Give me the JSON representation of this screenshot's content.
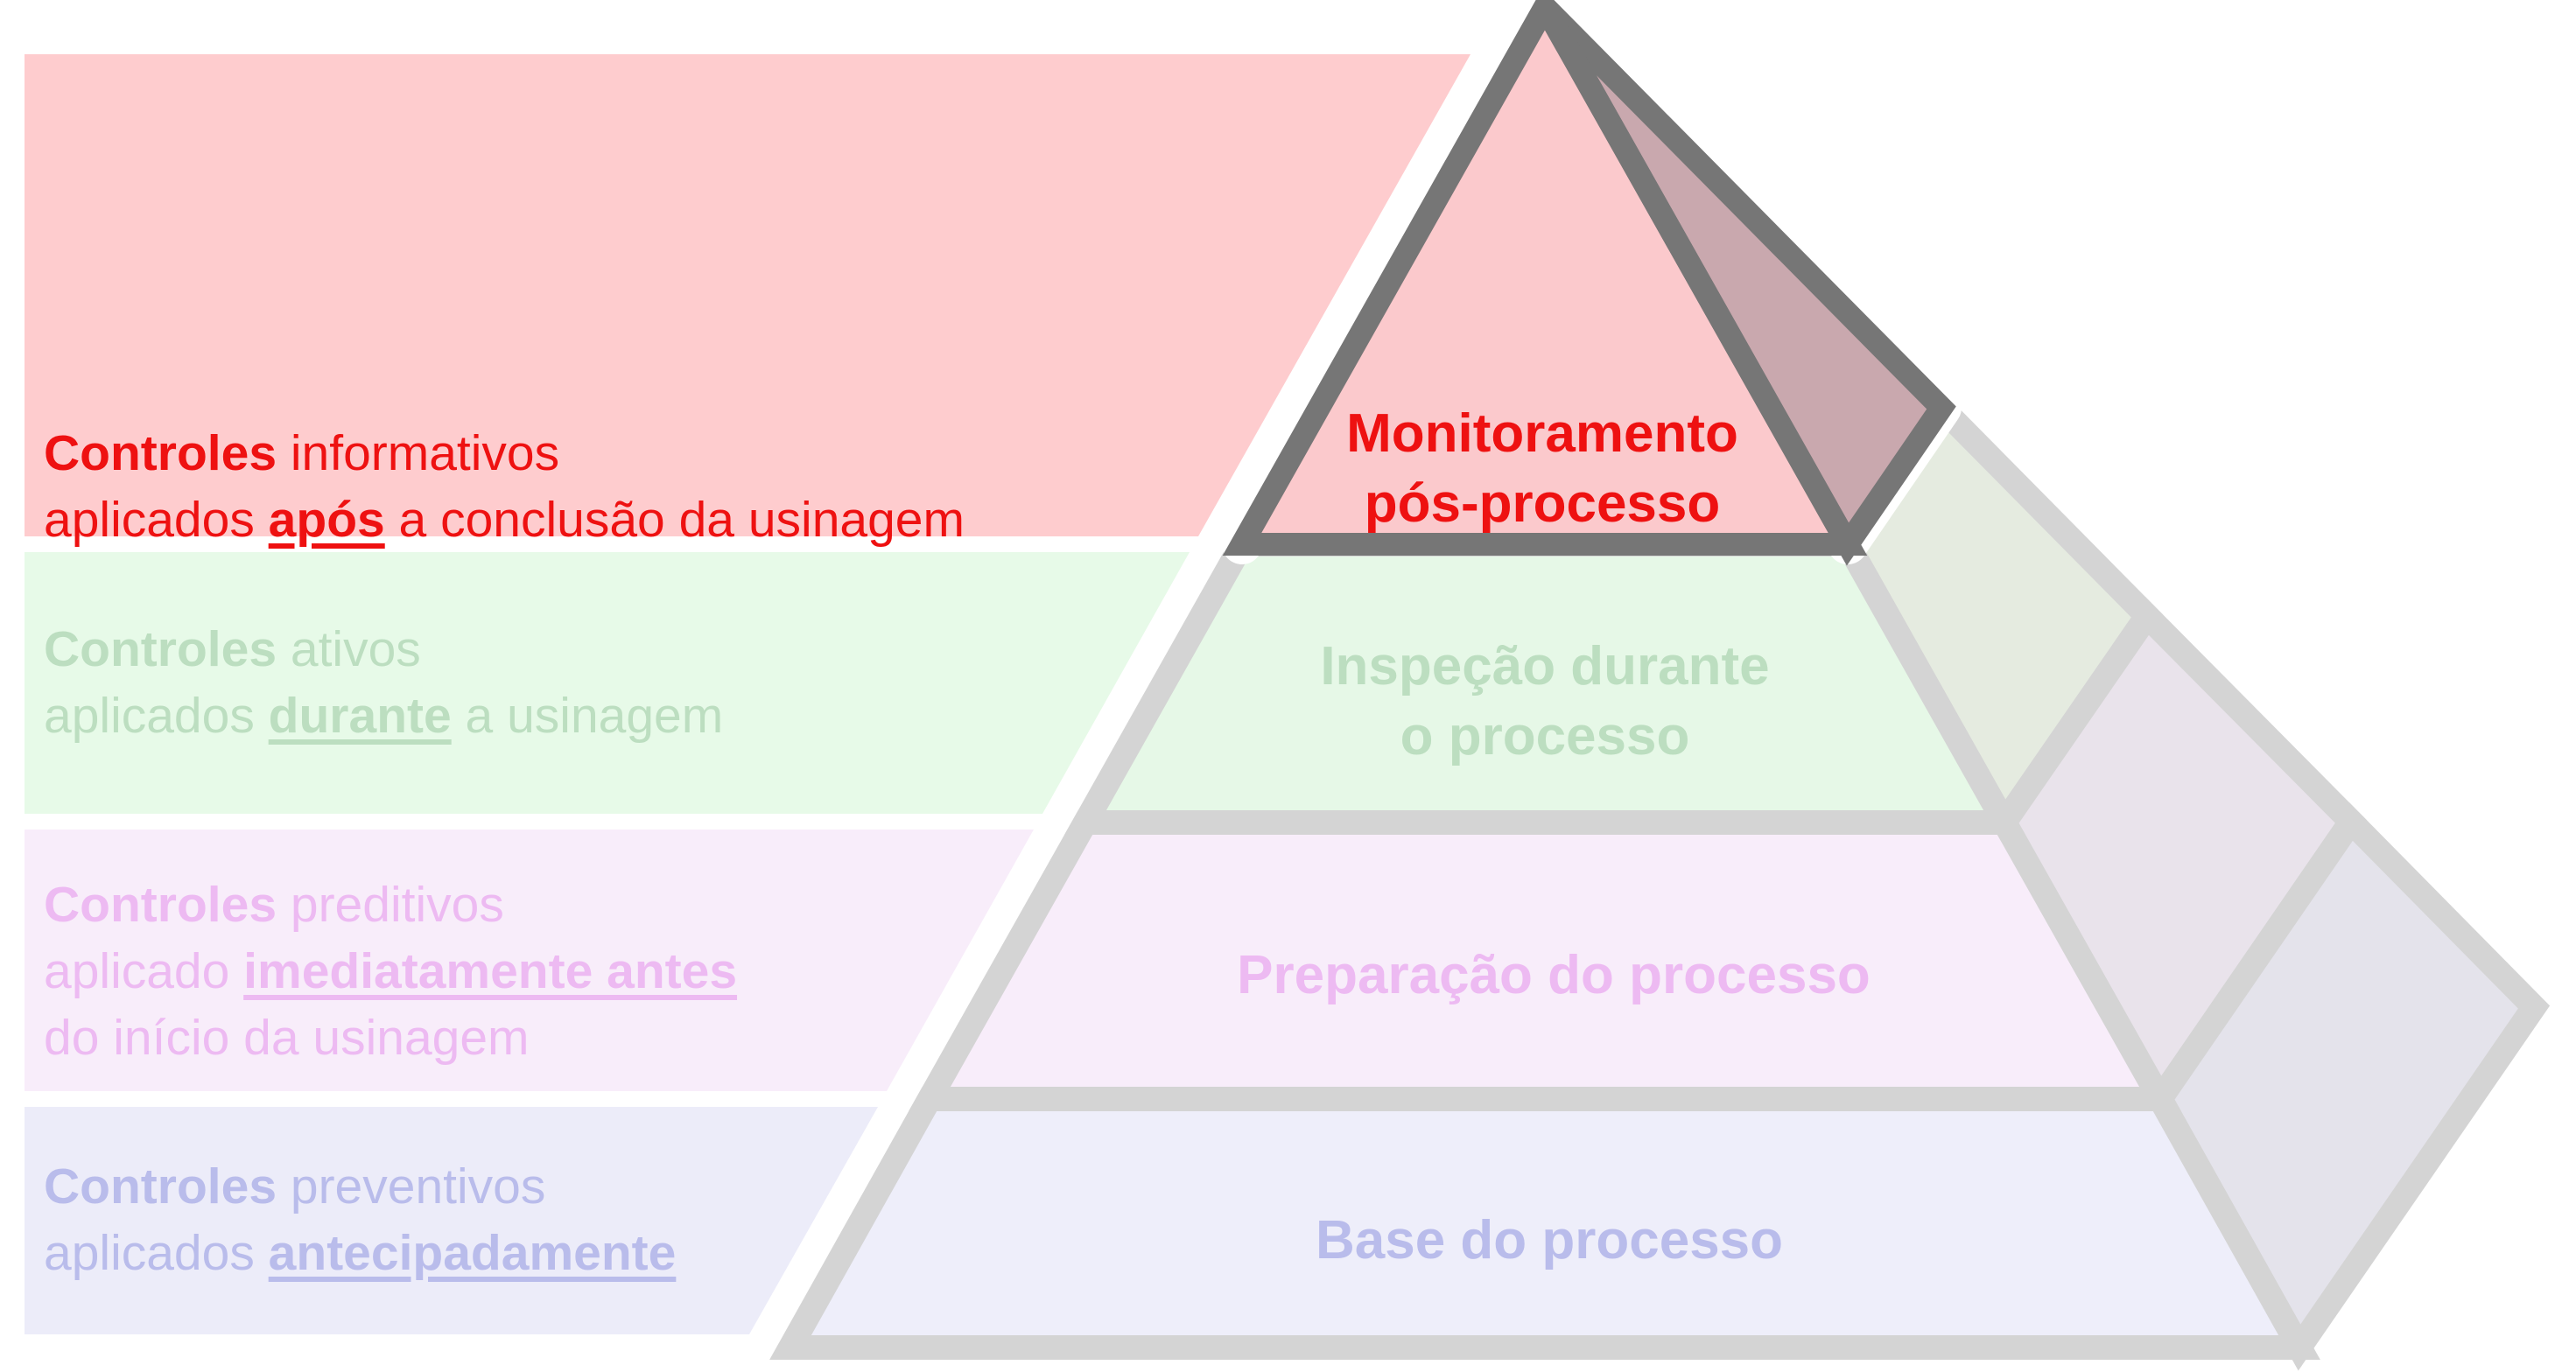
{
  "diagram": {
    "type": "layered-3d-pyramid",
    "canvas": {
      "background": "#FFFFFF",
      "border_light": "#D4D4D4",
      "border_dark": "#767676",
      "halo": "#FFFFFF"
    },
    "levels": [
      {
        "id": "informativos",
        "highlighted": true,
        "band": {
          "heading_bold": "Controles",
          "heading_rest": " informativos",
          "detail_lines": [
            [
              {
                "text": "aplicados "
              },
              {
                "text": "após",
                "bold": true,
                "underline": true
              },
              {
                "text": " a conclusão da usinagem"
              }
            ]
          ]
        },
        "pyramid": {
          "line1": "Monitoramento",
          "line2": "pós-processo"
        },
        "colors": {
          "band_bg": "#FECCCE",
          "text": "#EE1111",
          "face": "#FBC9CC",
          "side": "#C9A8AE",
          "border": "#767676"
        }
      },
      {
        "id": "ativos",
        "highlighted": false,
        "band": {
          "heading_bold": "Controles",
          "heading_rest": " ativos",
          "detail_lines": [
            [
              {
                "text": "aplicados "
              },
              {
                "text": "durante",
                "bold": true,
                "underline": true
              },
              {
                "text": " a usinagem"
              }
            ]
          ]
        },
        "pyramid": {
          "line1": "Inspeção durante",
          "line2": "o processo"
        },
        "colors": {
          "band_bg": "#E7FAE8",
          "text": "#BCDEC0",
          "face": "#E6F8E7",
          "side": "#E5EBE0",
          "border": "#D4D4D4"
        }
      },
      {
        "id": "preditivos",
        "highlighted": false,
        "band": {
          "heading_bold": "Controles",
          "heading_rest": " preditivos",
          "detail_lines": [
            [
              {
                "text": "aplicado "
              },
              {
                "text": "imediatamente antes",
                "bold": true,
                "underline": true
              }
            ],
            [
              {
                "text": "do início da usinagem"
              }
            ]
          ]
        },
        "pyramid": {
          "line1": "Preparação do processo",
          "line2": ""
        },
        "colors": {
          "band_bg": "#F8EDFA",
          "text": "#EDBAF2",
          "face": "#F8EDFA",
          "side": "#E9E3EB",
          "border": "#D4D4D4"
        }
      },
      {
        "id": "preventivos",
        "highlighted": false,
        "band": {
          "heading_bold": "Controles",
          "heading_rest": " preventivos",
          "detail_lines": [
            [
              {
                "text": "aplicados "
              },
              {
                "text": "antecipadamente",
                "bold": true,
                "underline": true
              }
            ]
          ]
        },
        "pyramid": {
          "line1": "Base do processo",
          "line2": ""
        },
        "colors": {
          "band_bg": "#ECECF9",
          "text": "#B9BCEB",
          "face": "#EEEEFA",
          "side": "#E4E3EB",
          "border": "#D4D4D4"
        }
      }
    ]
  }
}
